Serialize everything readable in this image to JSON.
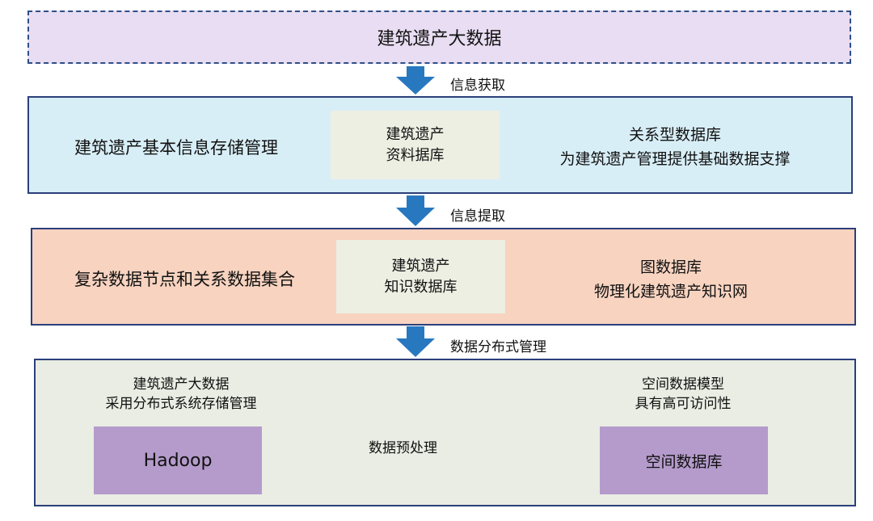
{
  "top": {
    "title": "建筑遗产大数据"
  },
  "arrows": {
    "info_acquisition": "信息获取",
    "info_extraction": "信息提取",
    "distributed_management": "数据分布式管理",
    "preprocessing": "数据预处理"
  },
  "layer1": {
    "left_text": "建筑遗产基本信息存储管理",
    "center_line1": "建筑遗产",
    "center_line2": "资料据库",
    "right_line1": "关系型数据库",
    "right_line2": "为建筑遗产管理提供基础数据支撑"
  },
  "layer2": {
    "left_text": "复杂数据节点和关系数据集合",
    "center_line1": "建筑遗产",
    "center_line2": "知识数据库",
    "right_line1": "图数据库",
    "right_line2": "物理化建筑遗产知识网"
  },
  "layer3": {
    "left_caption_line1": "建筑遗产大数据",
    "left_caption_line2": "采用分布式系统存储管理",
    "hadoop_label": "Hadoop",
    "right_caption_line1": "空间数据模型",
    "right_caption_line2": "具有高可访问性",
    "spatial_db_label": "空间数据库"
  },
  "colors": {
    "arrow_blue": "#2878c0",
    "border_navy": "#2b3f7a",
    "top_fill": "#e8ddf2",
    "layer1_fill": "#d8eef7",
    "layer2_fill": "#f7d3c0",
    "layer3_fill": "#e9ede3",
    "purple_fill": "#b59bcb"
  }
}
